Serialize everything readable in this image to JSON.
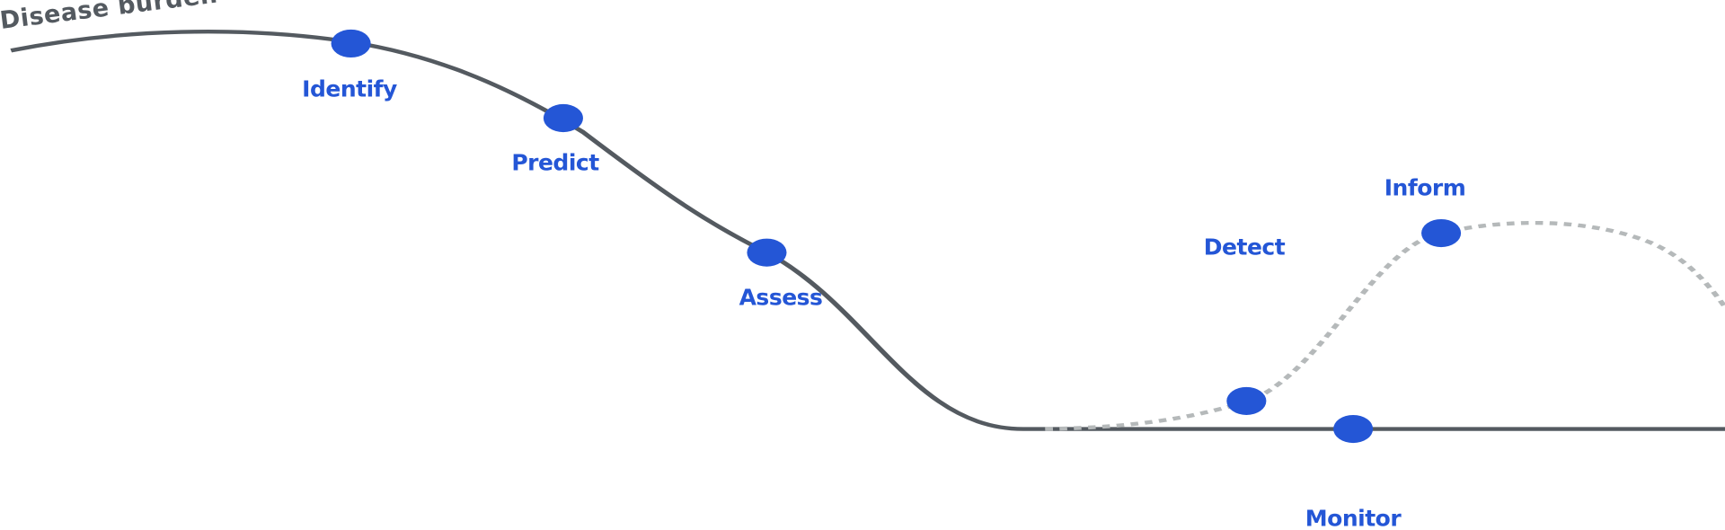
{
  "title": "Disease burden",
  "colors": {
    "accent": "#2456d6",
    "line": "#545a60",
    "dashed": "#b5b9ba"
  },
  "stages": [
    {
      "label": "Identify",
      "curve": "burden"
    },
    {
      "label": "Predict",
      "curve": "burden"
    },
    {
      "label": "Assess",
      "curve": "burden"
    },
    {
      "label": "Detect",
      "curve": "dashed"
    },
    {
      "label": "Inform",
      "curve": "dashed"
    },
    {
      "label": "Monitor",
      "curve": "baseline"
    }
  ]
}
